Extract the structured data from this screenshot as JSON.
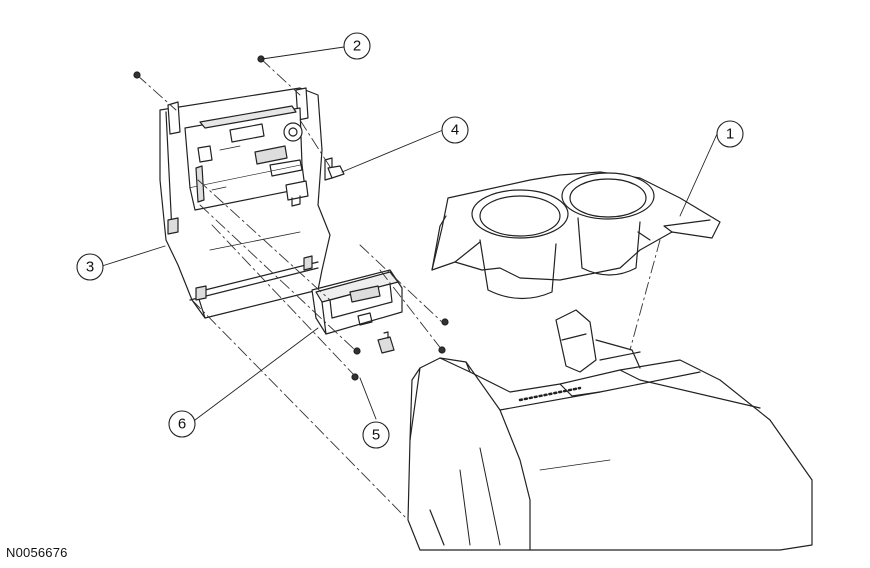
{
  "callouts": [
    {
      "id": "1",
      "label": "1"
    },
    {
      "id": "2",
      "label": "2"
    },
    {
      "id": "3",
      "label": "3"
    },
    {
      "id": "4",
      "label": "4"
    },
    {
      "id": "5",
      "label": "5"
    },
    {
      "id": "6",
      "label": "6"
    }
  ],
  "figure_code": "N0056676",
  "colors": {
    "line": "#222222",
    "fill": "#ffffff",
    "shade": "#d8d8d8"
  }
}
